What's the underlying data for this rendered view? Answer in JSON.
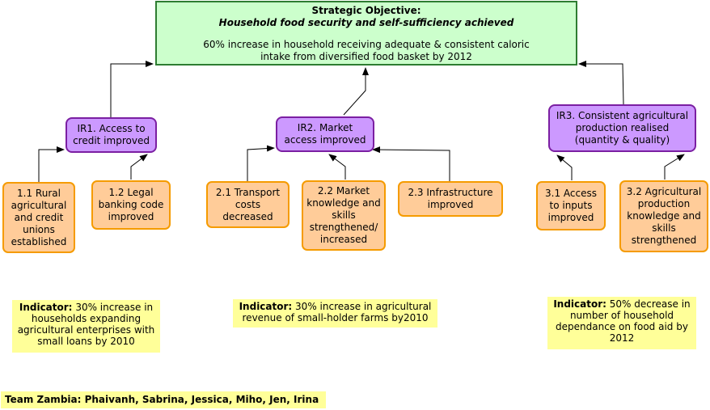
{
  "strategic_objective": {
    "heading": "Strategic Objective:",
    "title": "Household food security and self-sufficiency achieved",
    "target": "60% increase in household receiving adequate & consistent caloric intake from diversified food basket by 2012"
  },
  "intermediate_results": [
    {
      "label": "IR1. Access to credit improved"
    },
    {
      "label": "IR2. Market access improved"
    },
    {
      "label": "IR3. Consistent agricultural production realised (quantity & quality)"
    }
  ],
  "sub_results": [
    {
      "label": "1.1 Rural agricultural and credit unions established"
    },
    {
      "label": "1.2 Legal banking code improved"
    },
    {
      "label": "2.1 Transport costs decreased"
    },
    {
      "label": "2.2 Market knowledge and skills strengthened/ increased"
    },
    {
      "label": "2.3 Infrastructure improved"
    },
    {
      "label": "3.1 Access to inputs improved"
    },
    {
      "label": "3.2 Agricultural production knowledge and skills strengthened"
    }
  ],
  "indicators": [
    {
      "prefix": "Indicator:",
      "text": "30% increase in households expanding agricultural enterprises with small loans by 2010"
    },
    {
      "prefix": "Indicator:",
      "text": "30% increase in agricultural revenue of small-holder farms by2010"
    },
    {
      "prefix": "Indicator:",
      "text": "50% decrease in number of household dependance on food aid by 2012"
    }
  ],
  "team": "Team Zambia: Phaivanh, Sabrina, Jessica, Miho, Jen, Irina",
  "colors": {
    "objective_fill": "#ccffcc",
    "objective_border": "#2e7d32",
    "ir_fill": "#cc99ff",
    "ir_border": "#7b1fa2",
    "sub_fill": "#ffcc99",
    "sub_border": "#f59b00",
    "indicator_fill": "#ffff99"
  }
}
